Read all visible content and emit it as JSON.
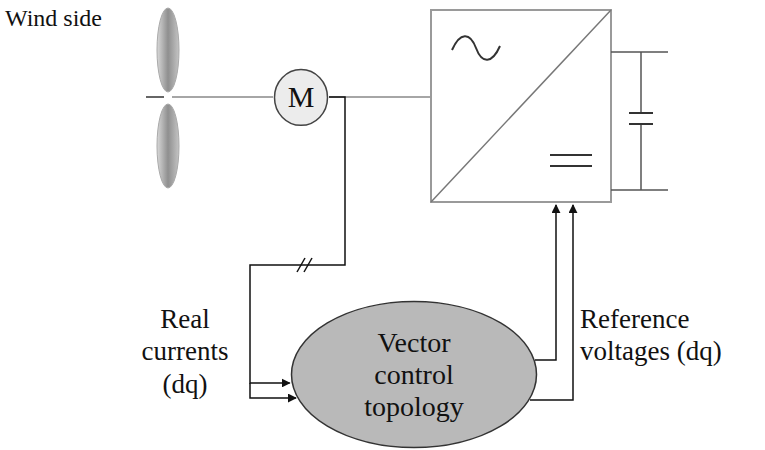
{
  "diagram": {
    "nodes": [
      {
        "text": [
          "M"
        ]
      },
      {
        "text": [
          "Vector control topology"
        ]
      }
    ],
    "edges": [
      {
        "from": 0,
        "to": 1,
        "arrow": "to"
      }
    ],
    "labels": [
      "Wind side",
      "Real currents (dq)",
      "Reference voltages (dq)"
    ]
  }
}
